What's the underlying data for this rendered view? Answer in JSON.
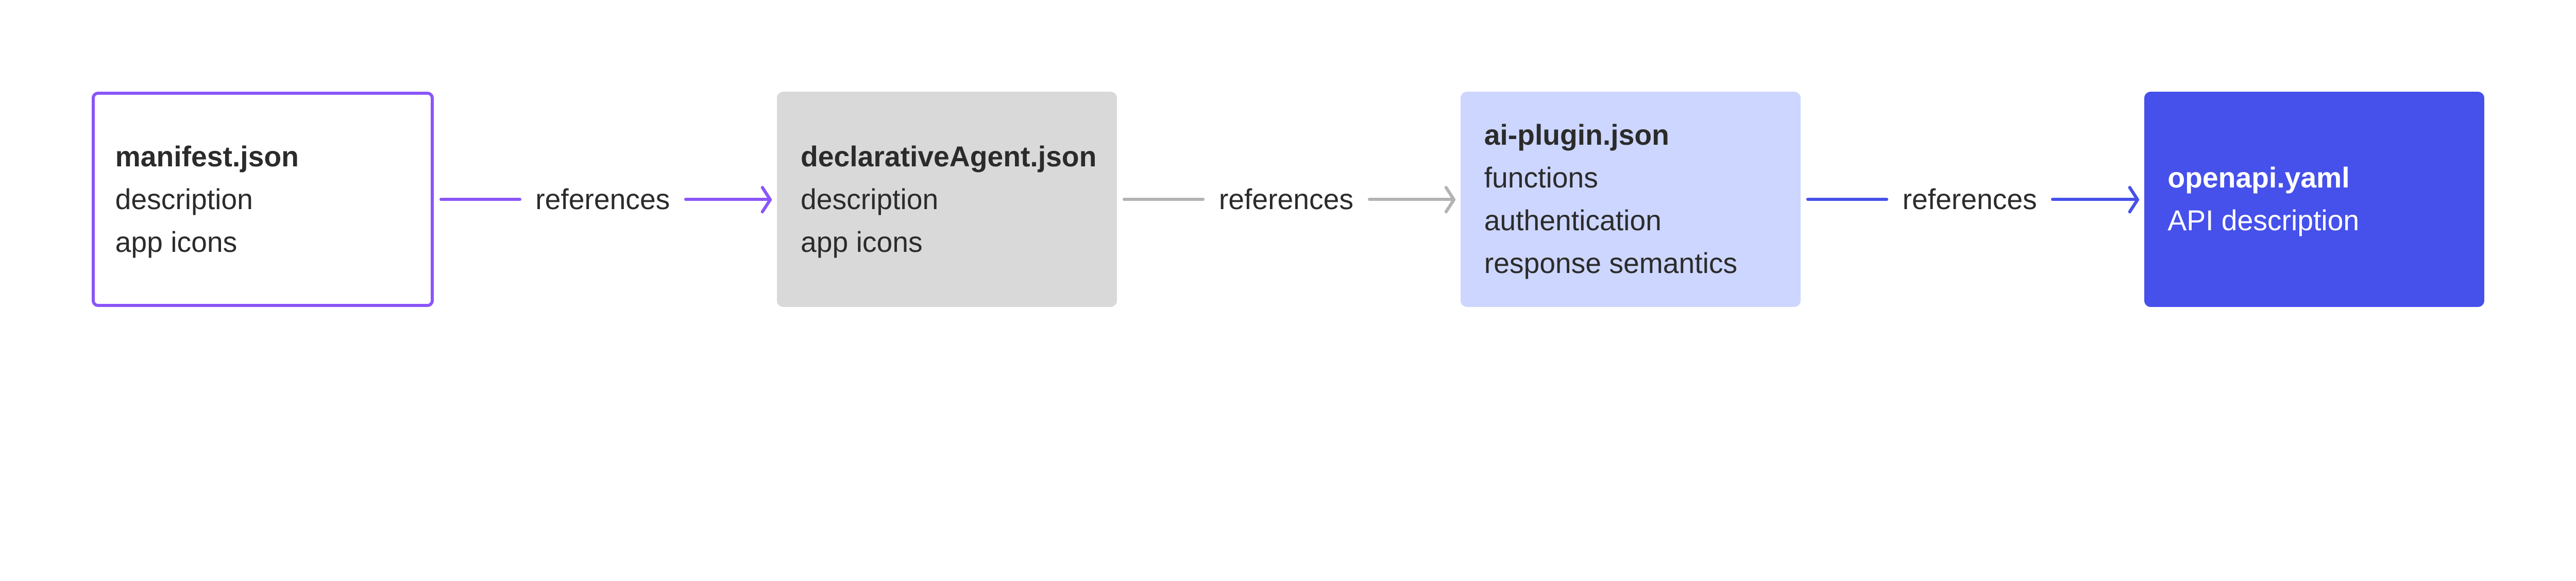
{
  "nodes": [
    {
      "title": "manifest.json",
      "lines": [
        "description",
        "app icons"
      ],
      "color": "#8b55f8"
    },
    {
      "title": "declarativeAgent.json",
      "lines": [
        "description",
        "app icons"
      ],
      "color": "#d9d9d9"
    },
    {
      "title": "ai-plugin.json",
      "lines": [
        "functions",
        "authentication",
        "response semantics"
      ],
      "color": "#cdd6fe"
    },
    {
      "title": "openapi.yaml",
      "lines": [
        "API description"
      ],
      "color": "#4650ea"
    }
  ],
  "edges": [
    {
      "from": "manifest.json",
      "to": "declarativeAgent.json",
      "label": "references",
      "color": "#8b55f8"
    },
    {
      "from": "declarativeAgent.json",
      "to": "ai-plugin.json",
      "label": "references",
      "color": "#b3b3b3"
    },
    {
      "from": "ai-plugin.json",
      "to": "openapi.yaml",
      "label": "references",
      "color": "#4650ea"
    }
  ]
}
